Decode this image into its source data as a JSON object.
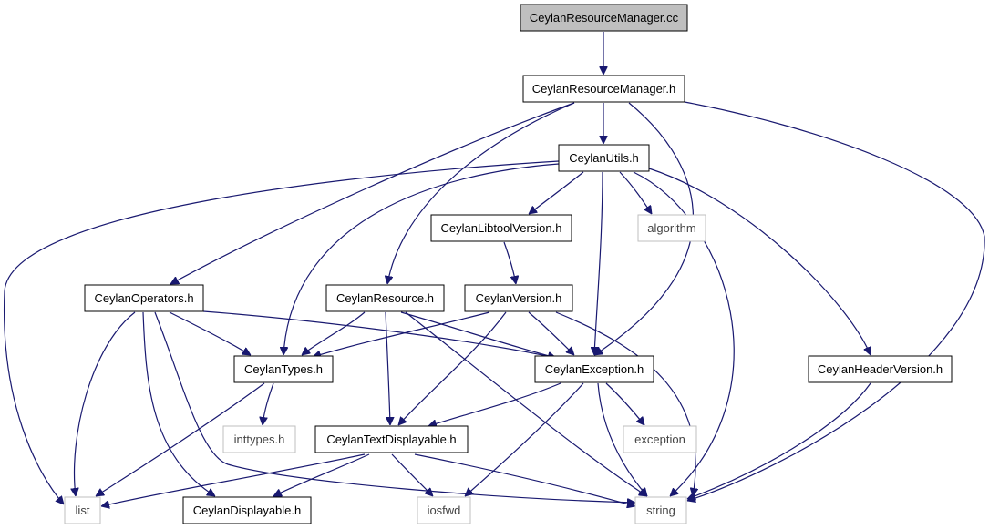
{
  "colors": {
    "edge": "#191970",
    "root_fill": "#bfbfbf",
    "node_fill": "#ffffff",
    "node_border": "#000000",
    "external_border": "#bfbfbf"
  },
  "nodes": [
    {
      "id": "root",
      "label": "CeylanResourceManager.cc",
      "kind": "root"
    },
    {
      "id": "rm_h",
      "label": "CeylanResourceManager.h",
      "kind": "header"
    },
    {
      "id": "utils_h",
      "label": "CeylanUtils.h",
      "kind": "header"
    },
    {
      "id": "libtool_h",
      "label": "CeylanLibtoolVersion.h",
      "kind": "header"
    },
    {
      "id": "algorithm",
      "label": "algorithm",
      "kind": "external"
    },
    {
      "id": "operators_h",
      "label": "CeylanOperators.h",
      "kind": "header"
    },
    {
      "id": "resource_h",
      "label": "CeylanResource.h",
      "kind": "header"
    },
    {
      "id": "version_h",
      "label": "CeylanVersion.h",
      "kind": "header"
    },
    {
      "id": "types_h",
      "label": "CeylanTypes.h",
      "kind": "header"
    },
    {
      "id": "exception_h",
      "label": "CeylanException.h",
      "kind": "header"
    },
    {
      "id": "headerversion_h",
      "label": "CeylanHeaderVersion.h",
      "kind": "header"
    },
    {
      "id": "inttypes",
      "label": "inttypes.h",
      "kind": "external"
    },
    {
      "id": "textdisp_h",
      "label": "CeylanTextDisplayable.h",
      "kind": "header"
    },
    {
      "id": "exception",
      "label": "exception",
      "kind": "external"
    },
    {
      "id": "list",
      "label": "list",
      "kind": "external"
    },
    {
      "id": "displayable_h",
      "label": "CeylanDisplayable.h",
      "kind": "header"
    },
    {
      "id": "iosfwd",
      "label": "iosfwd",
      "kind": "external"
    },
    {
      "id": "string",
      "label": "string",
      "kind": "external"
    }
  ],
  "edges": [
    {
      "from": "root",
      "to": "rm_h"
    },
    {
      "from": "rm_h",
      "to": "utils_h"
    },
    {
      "from": "rm_h",
      "to": "operators_h"
    },
    {
      "from": "rm_h",
      "to": "resource_h"
    },
    {
      "from": "rm_h",
      "to": "exception_h"
    },
    {
      "from": "rm_h",
      "to": "string"
    },
    {
      "from": "utils_h",
      "to": "list"
    },
    {
      "from": "utils_h",
      "to": "types_h"
    },
    {
      "from": "utils_h",
      "to": "libtool_h"
    },
    {
      "from": "utils_h",
      "to": "algorithm"
    },
    {
      "from": "utils_h",
      "to": "exception_h"
    },
    {
      "from": "utils_h",
      "to": "string"
    },
    {
      "from": "utils_h",
      "to": "headerversion_h"
    },
    {
      "from": "libtool_h",
      "to": "version_h"
    },
    {
      "from": "operators_h",
      "to": "list"
    },
    {
      "from": "operators_h",
      "to": "types_h"
    },
    {
      "from": "operators_h",
      "to": "displayable_h"
    },
    {
      "from": "operators_h",
      "to": "string"
    },
    {
      "from": "operators_h",
      "to": "exception_h"
    },
    {
      "from": "resource_h",
      "to": "types_h"
    },
    {
      "from": "resource_h",
      "to": "exception_h"
    },
    {
      "from": "resource_h",
      "to": "textdisp_h"
    },
    {
      "from": "resource_h",
      "to": "string"
    },
    {
      "from": "version_h",
      "to": "types_h"
    },
    {
      "from": "version_h",
      "to": "exception_h"
    },
    {
      "from": "version_h",
      "to": "textdisp_h"
    },
    {
      "from": "version_h",
      "to": "string"
    },
    {
      "from": "types_h",
      "to": "inttypes"
    },
    {
      "from": "types_h",
      "to": "list"
    },
    {
      "from": "exception_h",
      "to": "textdisp_h"
    },
    {
      "from": "exception_h",
      "to": "exception"
    },
    {
      "from": "exception_h",
      "to": "iosfwd"
    },
    {
      "from": "exception_h",
      "to": "string"
    },
    {
      "from": "headerversion_h",
      "to": "string"
    },
    {
      "from": "textdisp_h",
      "to": "list"
    },
    {
      "from": "textdisp_h",
      "to": "displayable_h"
    },
    {
      "from": "textdisp_h",
      "to": "iosfwd"
    },
    {
      "from": "textdisp_h",
      "to": "string"
    }
  ]
}
